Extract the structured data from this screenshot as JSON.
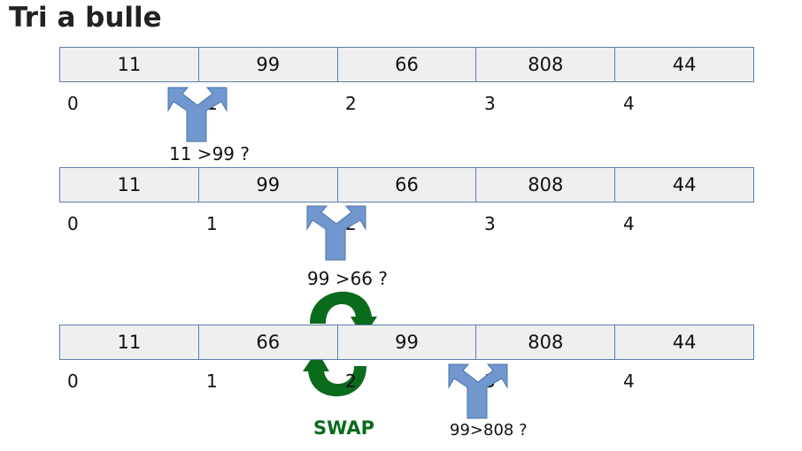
{
  "title": "Tri a bulle",
  "steps": [
    {
      "cells": [
        "11",
        "99",
        "66",
        "808",
        "44"
      ],
      "indices": [
        "0",
        "1",
        "2",
        "3",
        "4"
      ],
      "comparison": "11 >99 ?"
    },
    {
      "cells": [
        "11",
        "99",
        "66",
        "808",
        "44"
      ],
      "indices": [
        "0",
        "1",
        "2",
        "3",
        "4"
      ],
      "comparison": "99 >66 ?"
    },
    {
      "cells": [
        "11",
        "66",
        "99",
        "808",
        "44"
      ],
      "indices": [
        "0",
        "1",
        "2",
        "3",
        "4"
      ],
      "comparison": "99>808 ?"
    }
  ],
  "swap_label": "SWAP",
  "colors": {
    "arrow": "#7098cf",
    "swap": "#0a6b1d",
    "cell_border": "#5b7fa8",
    "cell_fill": "#efefef"
  }
}
